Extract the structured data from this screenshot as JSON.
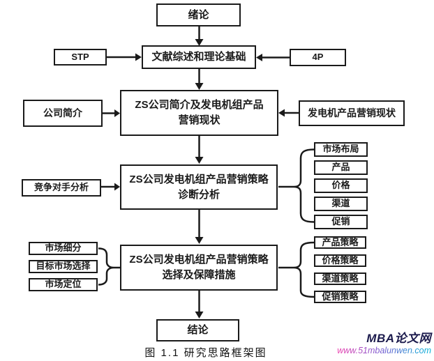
{
  "page": {
    "background_color": "#ffffff",
    "line_color": "#1a1a1a"
  },
  "flowchart": {
    "intro": "绪论",
    "literature": "文献综述和理论基础",
    "stp": "STP",
    "four_p": "4P",
    "company_profile": "公司简介",
    "current_status": {
      "line1": "ZS公司简介及发电机组产品",
      "line2": "营销现状"
    },
    "generator_marketing_status": "发电机产品营销现状",
    "competitor_analysis": "竞争对手分析",
    "diagnosis": {
      "line1": "ZS公司发电机组产品营销策略",
      "line2": "诊断分析"
    },
    "diagnosis_aspects": [
      "市场布局",
      "产品",
      "价格",
      "渠道",
      "促销"
    ],
    "strategy_selection": {
      "line1": "ZS公司发电机组产品营销策略",
      "line2": "选择及保障措施"
    },
    "stp_steps": [
      "市场细分",
      "目标市场选择",
      "市场定位"
    ],
    "strategy_aspects": [
      "产品策略",
      "价格策略",
      "渠道策略",
      "促销策略"
    ],
    "conclusion": "结论"
  },
  "caption": "图 1.1 研究思路框架图",
  "watermark": {
    "site_name": "MBA论文网",
    "site_url": "www.51mbalunwen.com",
    "site_name_color": "#1c1b4d",
    "url_gradient": [
      "#ee3fae",
      "#7a58d0",
      "#00b4d8"
    ]
  }
}
